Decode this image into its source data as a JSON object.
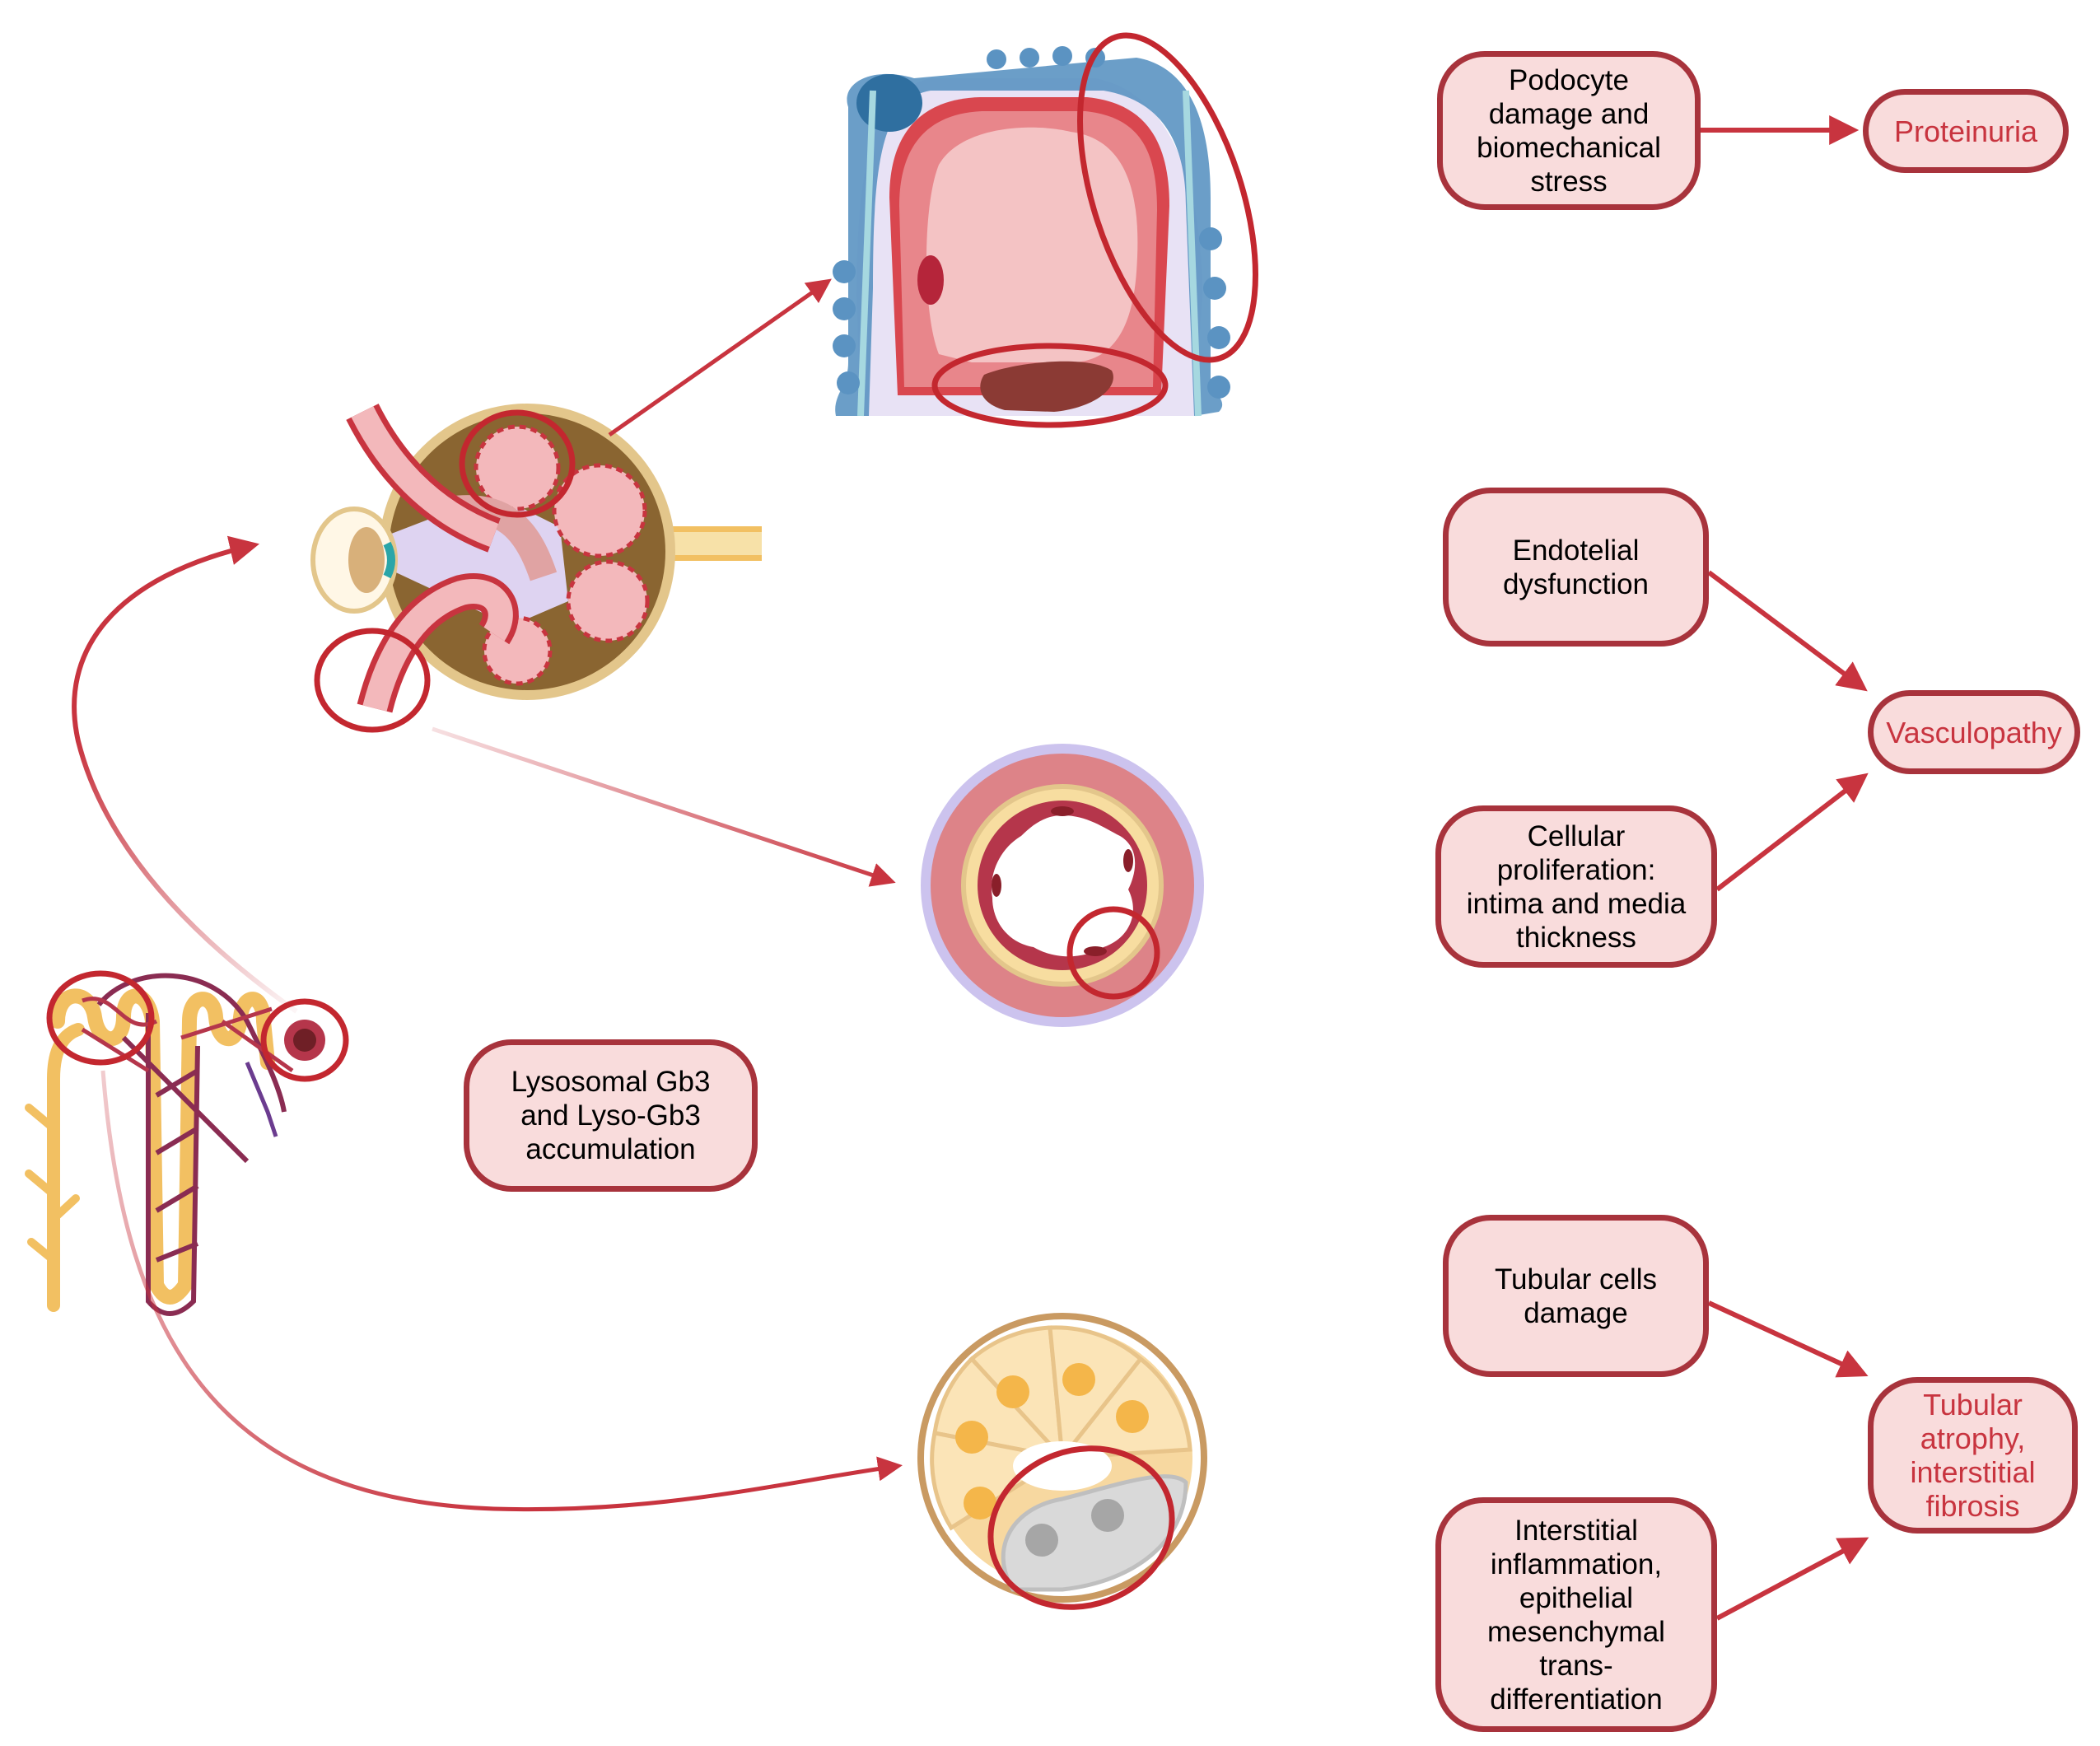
{
  "colors": {
    "box_fill": "#f9dcdc",
    "box_border": "#a8333c",
    "arrow": "#c8343f",
    "highlight_ring": "#c3272f",
    "outcome_text": "#c8343f"
  },
  "boxes": {
    "lysosomal": "Lysosomal Gb3\nand Lyso-Gb3\naccumulation",
    "podocyte": "Podocyte\ndamage and\nbiomechanical\nstress",
    "endothelial": "Endotelial\ndysfunction",
    "cellular": "Cellular\nproliferation:\nintima and media\nthickness",
    "tubular_damage": "Tubular cells\ndamage",
    "interstitial": "Interstitial\ninflammation,\nepithelial\nmesenchymal\ntrans-\ndifferentiation"
  },
  "outcomes": {
    "proteinuria": "Proteinuria",
    "vasculopathy": "Vasculopathy",
    "tubular_atrophy": "Tubular\natrophy,\ninterstitial\nfibrosis"
  },
  "illustrations": [
    {
      "name": "nephron",
      "icon": "nephron-icon"
    },
    {
      "name": "glomerulus",
      "icon": "glomerulus-icon"
    },
    {
      "name": "podocyte-capillary",
      "icon": "capillary-loop-icon"
    },
    {
      "name": "vessel-cross-section",
      "icon": "artery-cross-section-icon"
    },
    {
      "name": "tubule-cross-section",
      "icon": "tubule-cross-section-icon"
    }
  ]
}
